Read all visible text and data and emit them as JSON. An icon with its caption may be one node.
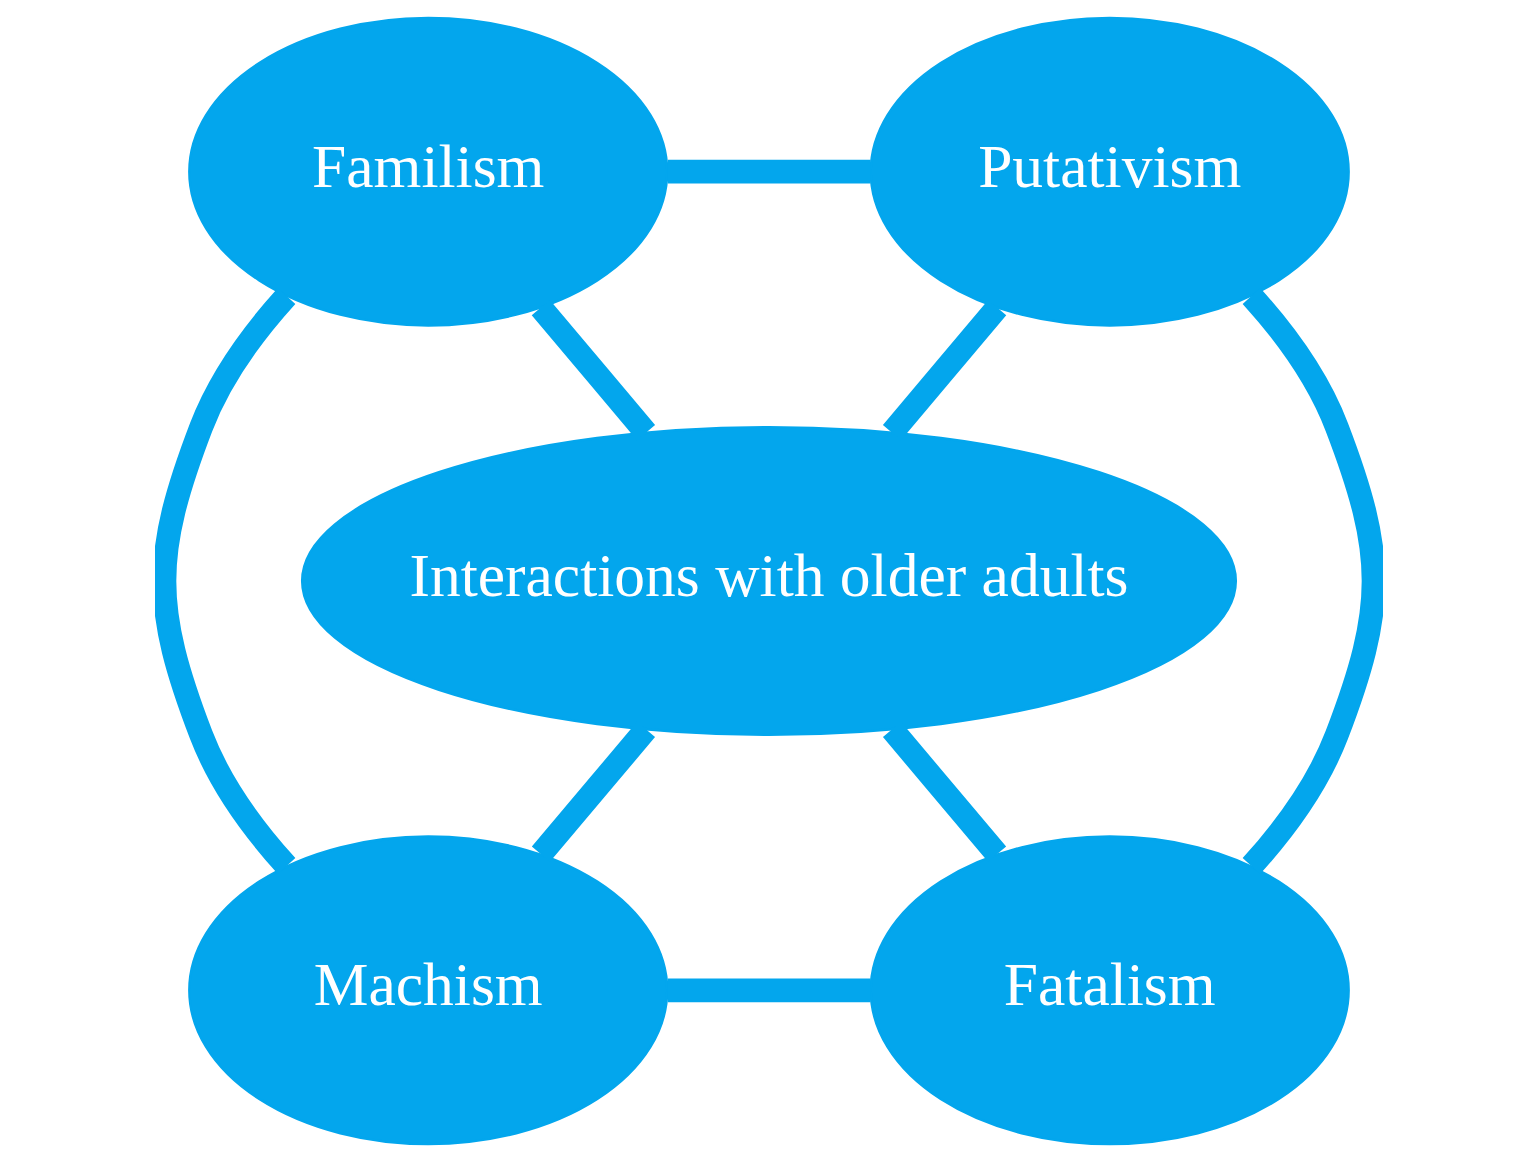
{
  "diagram": {
    "nodes": [
      {
        "text": [
          "Familism"
        ]
      },
      {
        "text": [
          "Putativism"
        ]
      },
      {
        "text": [
          "Interactions with older adults"
        ]
      },
      {
        "text": [
          "Machism"
        ]
      },
      {
        "text": [
          "Fatalism"
        ]
      }
    ],
    "edges": [
      {
        "from": 0,
        "to": 1,
        "arrow": "none"
      },
      {
        "from": 0,
        "to": 2,
        "arrow": "none"
      },
      {
        "from": 1,
        "to": 2,
        "arrow": "none"
      },
      {
        "from": 0,
        "to": 3,
        "arrow": "none"
      },
      {
        "from": 1,
        "to": 4,
        "arrow": "none"
      },
      {
        "from": 2,
        "to": 3,
        "arrow": "none"
      },
      {
        "from": 2,
        "to": 4,
        "arrow": "none"
      },
      {
        "from": 3,
        "to": 4,
        "arrow": "none"
      }
    ]
  }
}
